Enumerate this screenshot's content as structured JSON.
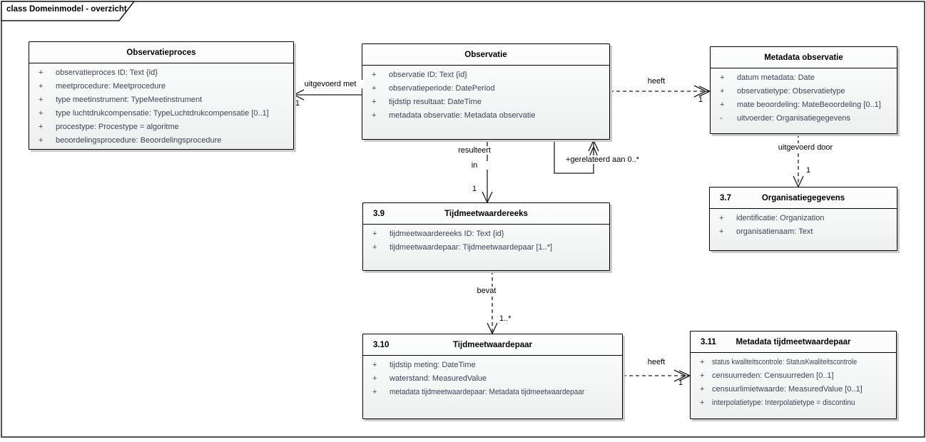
{
  "frame": {
    "title": "class Domeinmodel - overzicht"
  },
  "colors": {
    "background": "#ffffff",
    "box_border": "#000000",
    "box_fill_top": "#fefefe",
    "box_fill_bottom": "#eef0f0",
    "box_shadow": "#cccccc",
    "attribute_text": "#3e4257",
    "line": "#1a1a1a"
  },
  "classes": {
    "observatieproces": {
      "number": "",
      "name": "Observatieproces",
      "attributes": [
        {
          "vis": "+",
          "text": "observatieproces ID: Text {id}"
        },
        {
          "vis": "+",
          "text": "meetprocedure: Meetprocedure"
        },
        {
          "vis": "+",
          "text": "type meetinstrument: TypeMeetinstrument"
        },
        {
          "vis": "+",
          "text": "type luchtdrukcompensatie: TypeLuchtdrukcompensatie [0..1]"
        },
        {
          "vis": "+",
          "text": "procestype: Procestype = algoritme"
        },
        {
          "vis": "+",
          "text": "beoordelingsprocedure: Beoordelingsprocedure"
        }
      ]
    },
    "observatie": {
      "number": "",
      "name": "Observatie",
      "attributes": [
        {
          "vis": "+",
          "text": "observatie ID: Text {id}"
        },
        {
          "vis": "+",
          "text": "observatieperiode: DatePeriod"
        },
        {
          "vis": "+",
          "text": "tijdstip resultaat: DateTime"
        },
        {
          "vis": "+",
          "text": "metadata observatie: Metadata observatie"
        }
      ]
    },
    "metadata_observatie": {
      "number": "",
      "name": "Metadata observatie",
      "attributes": [
        {
          "vis": "+",
          "text": "datum metadata: Date"
        },
        {
          "vis": "+",
          "text": "observatietype: Observatietype"
        },
        {
          "vis": "+",
          "text": "mate beoordeling: MateBeoordeling [0..1]"
        },
        {
          "vis": "-",
          "text": "uitvoerder: Organisatiegegevens"
        }
      ]
    },
    "organisatiegegevens": {
      "number": "3.7",
      "name": "Organisatiegegevens",
      "attributes": [
        {
          "vis": "+",
          "text": "identificatie: Organization"
        },
        {
          "vis": "+",
          "text": "organisatienaam: Text"
        }
      ]
    },
    "tijdmeetwaardereeks": {
      "number": "3.9",
      "name": "Tijdmeetwaardereeks",
      "attributes": [
        {
          "vis": "+",
          "text": "tijdmeetwaardereeks ID: Text {id}"
        },
        {
          "vis": "+",
          "text": "tijdmeetwaardepaar: Tijdmeetwaardepaar [1..*]"
        }
      ]
    },
    "tijdmeetwaardepaar": {
      "number": "3.10",
      "name": "Tijdmeetwaardepaar",
      "attributes": [
        {
          "vis": "+",
          "text": "tijdstip meting: DateTime"
        },
        {
          "vis": "+",
          "text": "waterstand: MeasuredValue"
        },
        {
          "vis": "+",
          "text": "metadata tijdmeetwaardepaar: Metadata tijdmeetwaardepaar"
        }
      ]
    },
    "metadata_tijdmeetwaardepaar": {
      "number": "3.11",
      "name": "Metadata tijdmeetwaardepaar",
      "attributes": [
        {
          "vis": "+",
          "text": "status kwaliteitscontrole: StatusKwaliteitscontrole"
        },
        {
          "vis": "+",
          "text": "censuurreden: Censuurreden [0..1]"
        },
        {
          "vis": "+",
          "text": "censuurlimietwaarde: MeasuredValue [0..1]"
        },
        {
          "vis": "+",
          "text": "interpolatietype: Interpolatietype = discontinu"
        }
      ]
    }
  },
  "connectors": {
    "uitgevoerd_met": {
      "label": "uitgevoerd met",
      "mult": "1"
    },
    "heeft_metadata_observatie": {
      "label": "heeft",
      "mult": "1"
    },
    "resulteert_in": {
      "line1": "resulteert",
      "line2": "in",
      "mult": "1"
    },
    "gerelateerd_aan": {
      "label": "+gerelateerd aan 0..*"
    },
    "uitgevoerd_door": {
      "label": "uitgevoerd door",
      "mult": "1"
    },
    "bevat": {
      "label": "bevat",
      "mult": "1..*"
    },
    "heeft_metadata_tijdmeetwaardepaar": {
      "label": "heeft",
      "mult": "1"
    }
  }
}
